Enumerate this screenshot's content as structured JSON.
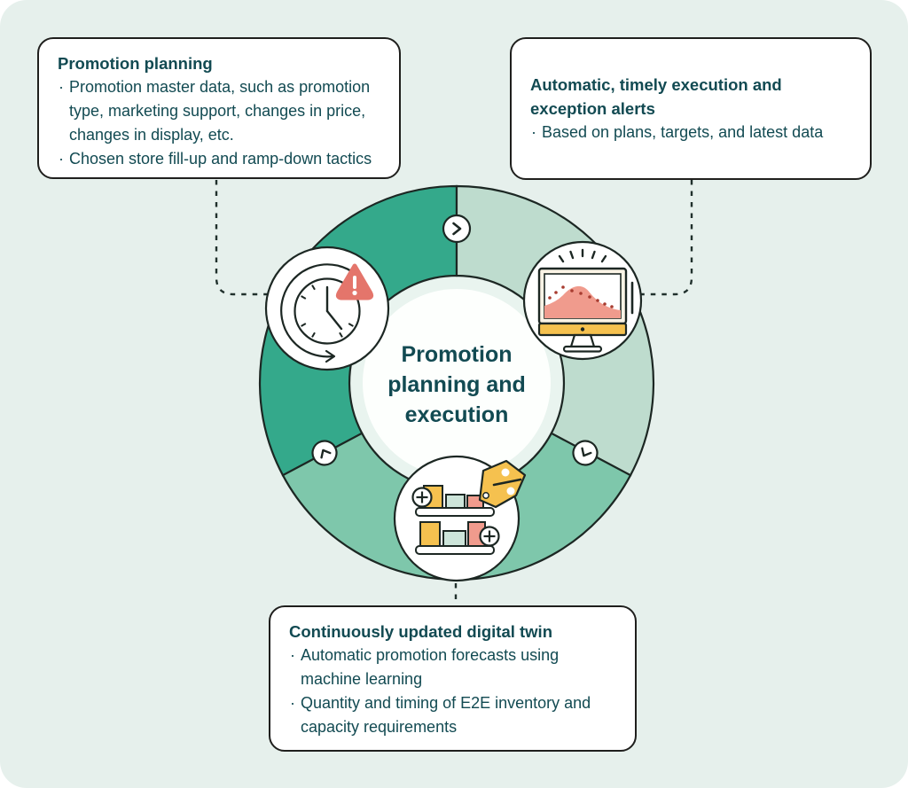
{
  "palette": {
    "canvas_background": "#e6f0ec",
    "ring_dark_green": "#34a98b",
    "ring_light_mint": "#bedcce",
    "ring_seafoam": "#7ec7ab",
    "ring_hole": "#e9f4ef",
    "outline": "#1c2723",
    "text": "#124a52",
    "alert_red": "#e4756b",
    "accent_yellow": "#f5c14f",
    "accent_salmon": "#f09b8d",
    "accent_mint": "#cde5da",
    "box_background": "#ffffff"
  },
  "center": {
    "lines": [
      "Promotion",
      "planning and",
      "execution"
    ]
  },
  "boxes": {
    "promotion_planning": {
      "title": "Promotion planning",
      "bullets": [
        "Promotion master data, such as promotion type, marketing support, changes in price, changes in display, etc.",
        "Chosen store fill-up and ramp-down tactics"
      ]
    },
    "execution_alerts": {
      "title": "Automatic, timely execution and exception alerts",
      "bullets": [
        "Based on plans, targets, and latest data"
      ]
    },
    "digital_twin": {
      "title": "Continuously updated digital twin",
      "bullets": [
        "Automatic promotion forecasts using machine learning",
        "Quantity and timing of E2E inventory and capacity requirements"
      ]
    }
  },
  "diagram": {
    "type": "cycle",
    "flow_direction": "clockwise",
    "segments": [
      {
        "label": "Promotion planning",
        "color": "#34a98b",
        "icon": "clock-alert-icon"
      },
      {
        "label": "Automatic, timely execution and exception alerts",
        "color": "#bedcce",
        "icon": "monitor-forecast-icon"
      },
      {
        "label": "Continuously updated digital twin",
        "color": "#7ec7ab",
        "icon": "shelf-products-icon"
      }
    ]
  }
}
